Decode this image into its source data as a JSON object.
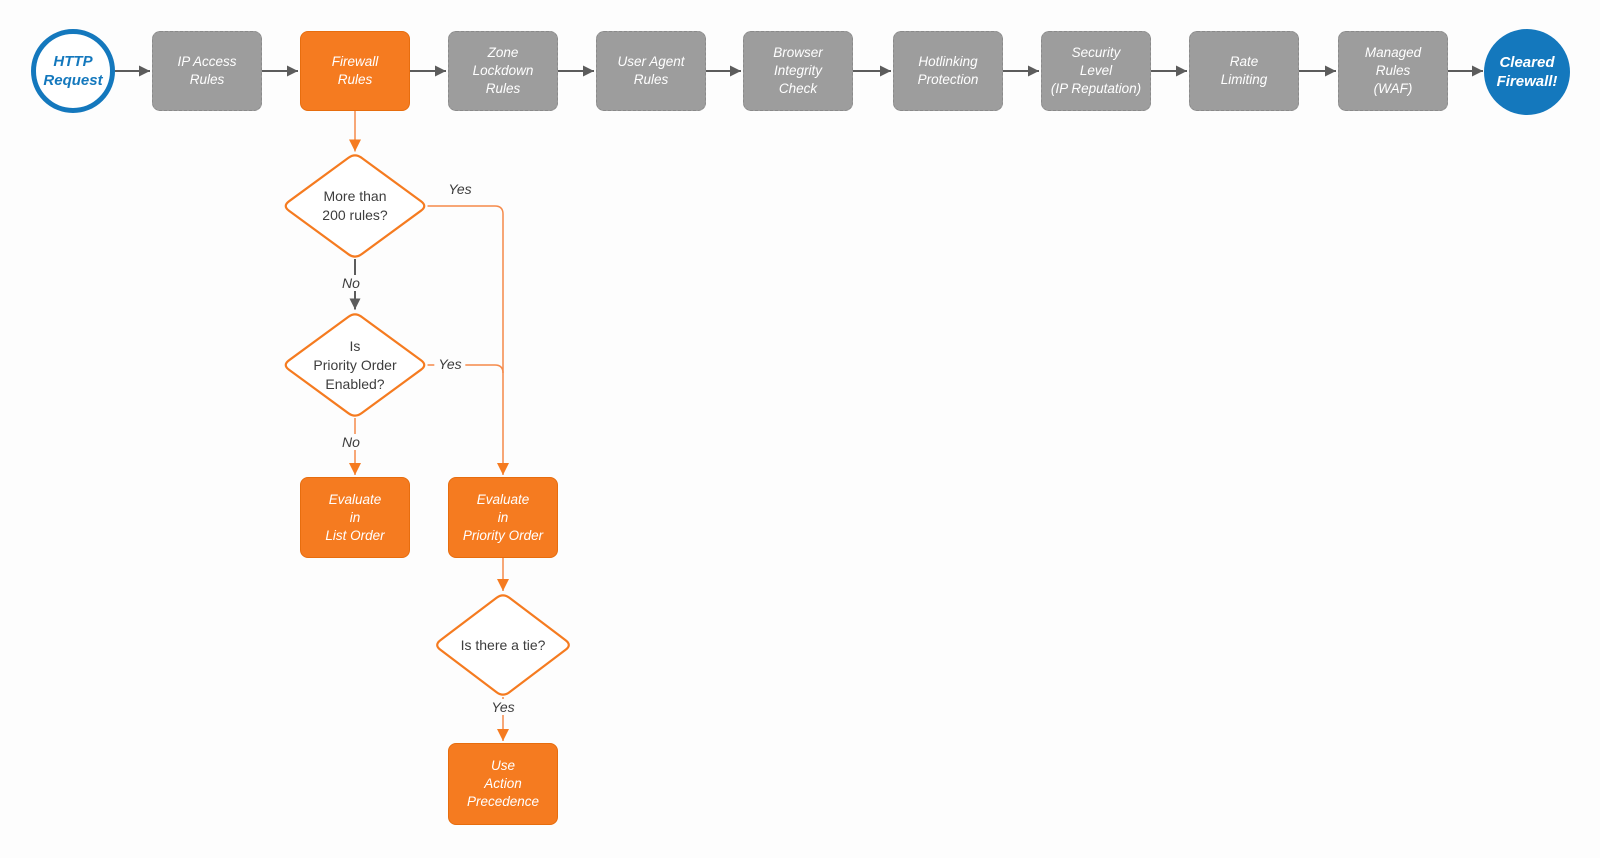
{
  "colors": {
    "orange": "#f57b20",
    "orange_line": "#f58a4a",
    "gray_box": "#9d9d9d",
    "blue": "#1478bd",
    "line_gray": "#5c5c5c",
    "text_dark": "#3d3d3d",
    "background": "#fdfdfd"
  },
  "pipeline": [
    {
      "id": "http-request",
      "type": "start-circle",
      "label": "HTTP\nRequest"
    },
    {
      "id": "ip-access-rules",
      "type": "process",
      "label": "IP Access\nRules"
    },
    {
      "id": "firewall-rules",
      "type": "process-highlighted",
      "label": "Firewall\nRules"
    },
    {
      "id": "zone-lockdown-rules",
      "type": "process",
      "label": "Zone\nLockdown\nRules"
    },
    {
      "id": "user-agent-rules",
      "type": "process",
      "label": "User Agent\nRules"
    },
    {
      "id": "browser-integrity-check",
      "type": "process",
      "label": "Browser\nIntegrity\nCheck"
    },
    {
      "id": "hotlinking-protection",
      "type": "process",
      "label": "Hotlinking\nProtection"
    },
    {
      "id": "security-level",
      "type": "process",
      "label": "Security\nLevel\n(IP Reputation)"
    },
    {
      "id": "rate-limiting",
      "type": "process",
      "label": "Rate\nLimiting"
    },
    {
      "id": "managed-rules-waf",
      "type": "process",
      "label": "Managed\nRules\n(WAF)"
    },
    {
      "id": "cleared-firewall",
      "type": "end-circle",
      "label": "Cleared\nFirewall!"
    }
  ],
  "decisions": [
    {
      "id": "more-than-200-rules",
      "label": "More than\n200 rules?"
    },
    {
      "id": "priority-order-enabled",
      "label": "Is\nPriority Order\nEnabled?"
    },
    {
      "id": "is-there-a-tie",
      "label": "Is there a tie?"
    }
  ],
  "actions": [
    {
      "id": "evaluate-in-list-order",
      "label": "Evaluate\nin\nList Order"
    },
    {
      "id": "evaluate-in-priority-order",
      "label": "Evaluate\nin\nPriority Order"
    },
    {
      "id": "use-action-precedence",
      "label": "Use\nAction\nPrecedence"
    }
  ],
  "edge_labels": {
    "d1_yes": "Yes",
    "d1_no": "No",
    "d2_yes": "Yes",
    "d2_no": "No",
    "d3_yes": "Yes"
  }
}
